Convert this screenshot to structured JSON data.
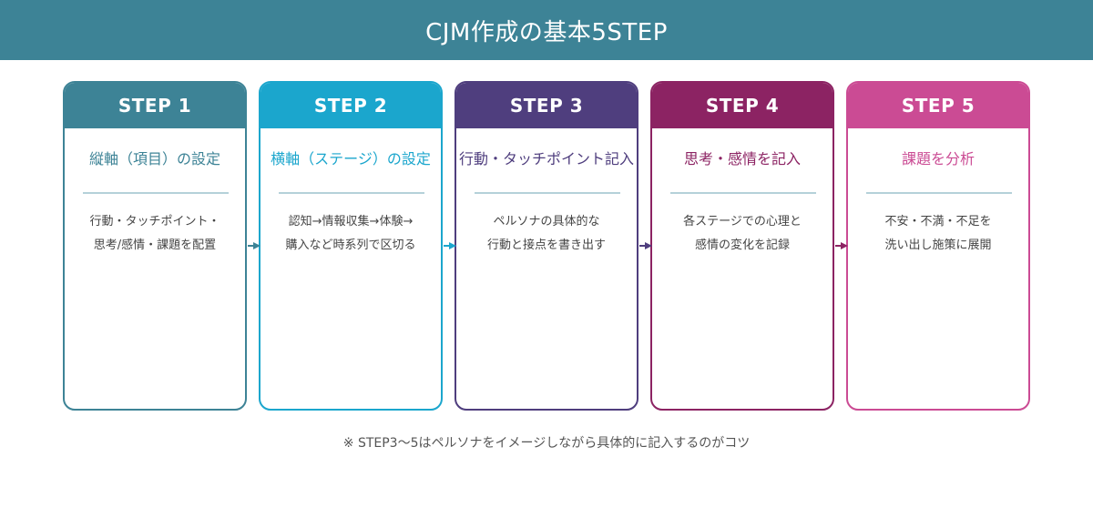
{
  "header": {
    "title": "CJM作成の基本5STEP"
  },
  "steps": [
    {
      "label": "STEP 1",
      "title": "縦軸（項目）の設定",
      "desc": "行動・タッチポイント・\n思考/感情・課題を配置",
      "color": "#3d8396"
    },
    {
      "label": "STEP 2",
      "title": "横軸（ステージ）の設定",
      "desc": "認知→情報収集→体験→\n購入など時系列で区切る",
      "color": "#1ba6cd"
    },
    {
      "label": "STEP 3",
      "title": "行動・タッチポイント記入",
      "desc": "ペルソナの具体的な\n行動と接点を書き出す",
      "color": "#4f3e7e"
    },
    {
      "label": "STEP 4",
      "title": "思考・感情を記入",
      "desc": "各ステージでの心理と\n感情の変化を記録",
      "color": "#8c2363"
    },
    {
      "label": "STEP 5",
      "title": "課題を分析",
      "desc": "不安・不満・不足を\n洗い出し施策に展開",
      "color": "#cb4b94"
    }
  ],
  "footnote": "※ STEP3〜5はペルソナをイメージしながら具体的に記入するのがコツ"
}
